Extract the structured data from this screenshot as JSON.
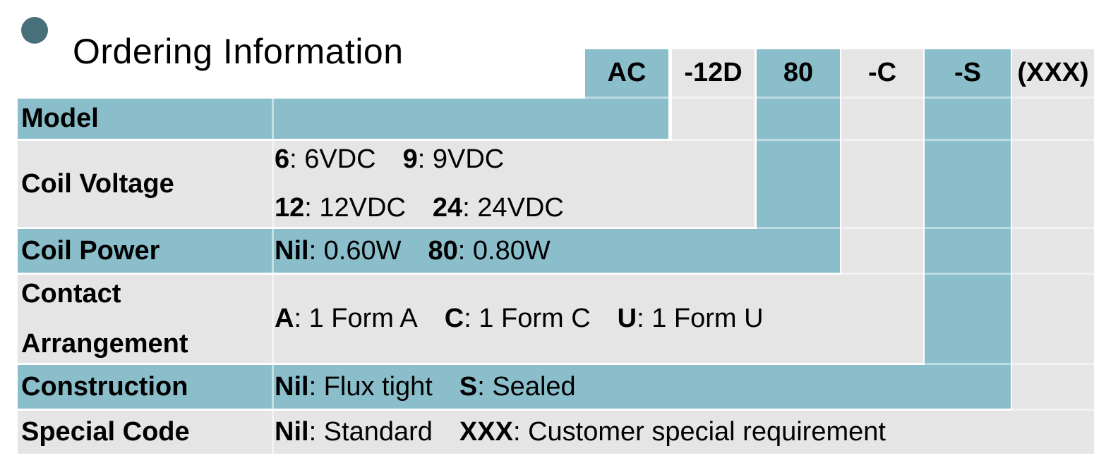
{
  "title": "Ordering Information",
  "colors": {
    "teal": "#8ABECB",
    "gray": "#E5E5E5",
    "bullet": "#48707A",
    "text": "#000000",
    "background": "#FFFFFF"
  },
  "code_header": [
    {
      "code": "AC",
      "tone": "teal"
    },
    {
      "code": "-12D",
      "tone": "gray"
    },
    {
      "code": "80",
      "tone": "teal"
    },
    {
      "code": "-C",
      "tone": "gray"
    },
    {
      "code": "-S",
      "tone": "teal"
    },
    {
      "code": "(XXX)",
      "tone": "gray"
    }
  ],
  "rows": [
    {
      "label": "Model",
      "tone": "teal",
      "lines": []
    },
    {
      "label": "Coil Voltage",
      "tone": "gray",
      "lines": [
        [
          {
            "code": "6",
            "desc": "6VDC"
          },
          {
            "code": "9",
            "desc": "9VDC"
          }
        ],
        [
          {
            "code": "12",
            "desc": "12VDC"
          },
          {
            "code": "24",
            "desc": "24VDC"
          }
        ]
      ]
    },
    {
      "label": "Coil Power",
      "tone": "teal",
      "lines": [
        [
          {
            "code": "Nil",
            "desc": "0.60W"
          },
          {
            "code": "80",
            "desc": "0.80W"
          }
        ]
      ]
    },
    {
      "label": "Contact Arrangement",
      "label_lines": [
        "Contact",
        "Arrangement"
      ],
      "tone": "gray",
      "lines": [
        [
          {
            "code": "A",
            "desc": "1 Form A"
          },
          {
            "code": "C",
            "desc": "1 Form C"
          },
          {
            "code": "U",
            "desc": "1 Form U"
          }
        ]
      ]
    },
    {
      "label": "Construction",
      "tone": "teal",
      "lines": [
        [
          {
            "code": "Nil",
            "desc": "Flux tight"
          },
          {
            "code": "S",
            "desc": "Sealed"
          }
        ]
      ]
    },
    {
      "label": "Special Code",
      "tone": "gray",
      "lines": [
        [
          {
            "code": "Nil",
            "desc": "Standard"
          },
          {
            "code": "XXX",
            "desc": "Customer special requirement"
          }
        ]
      ]
    }
  ]
}
